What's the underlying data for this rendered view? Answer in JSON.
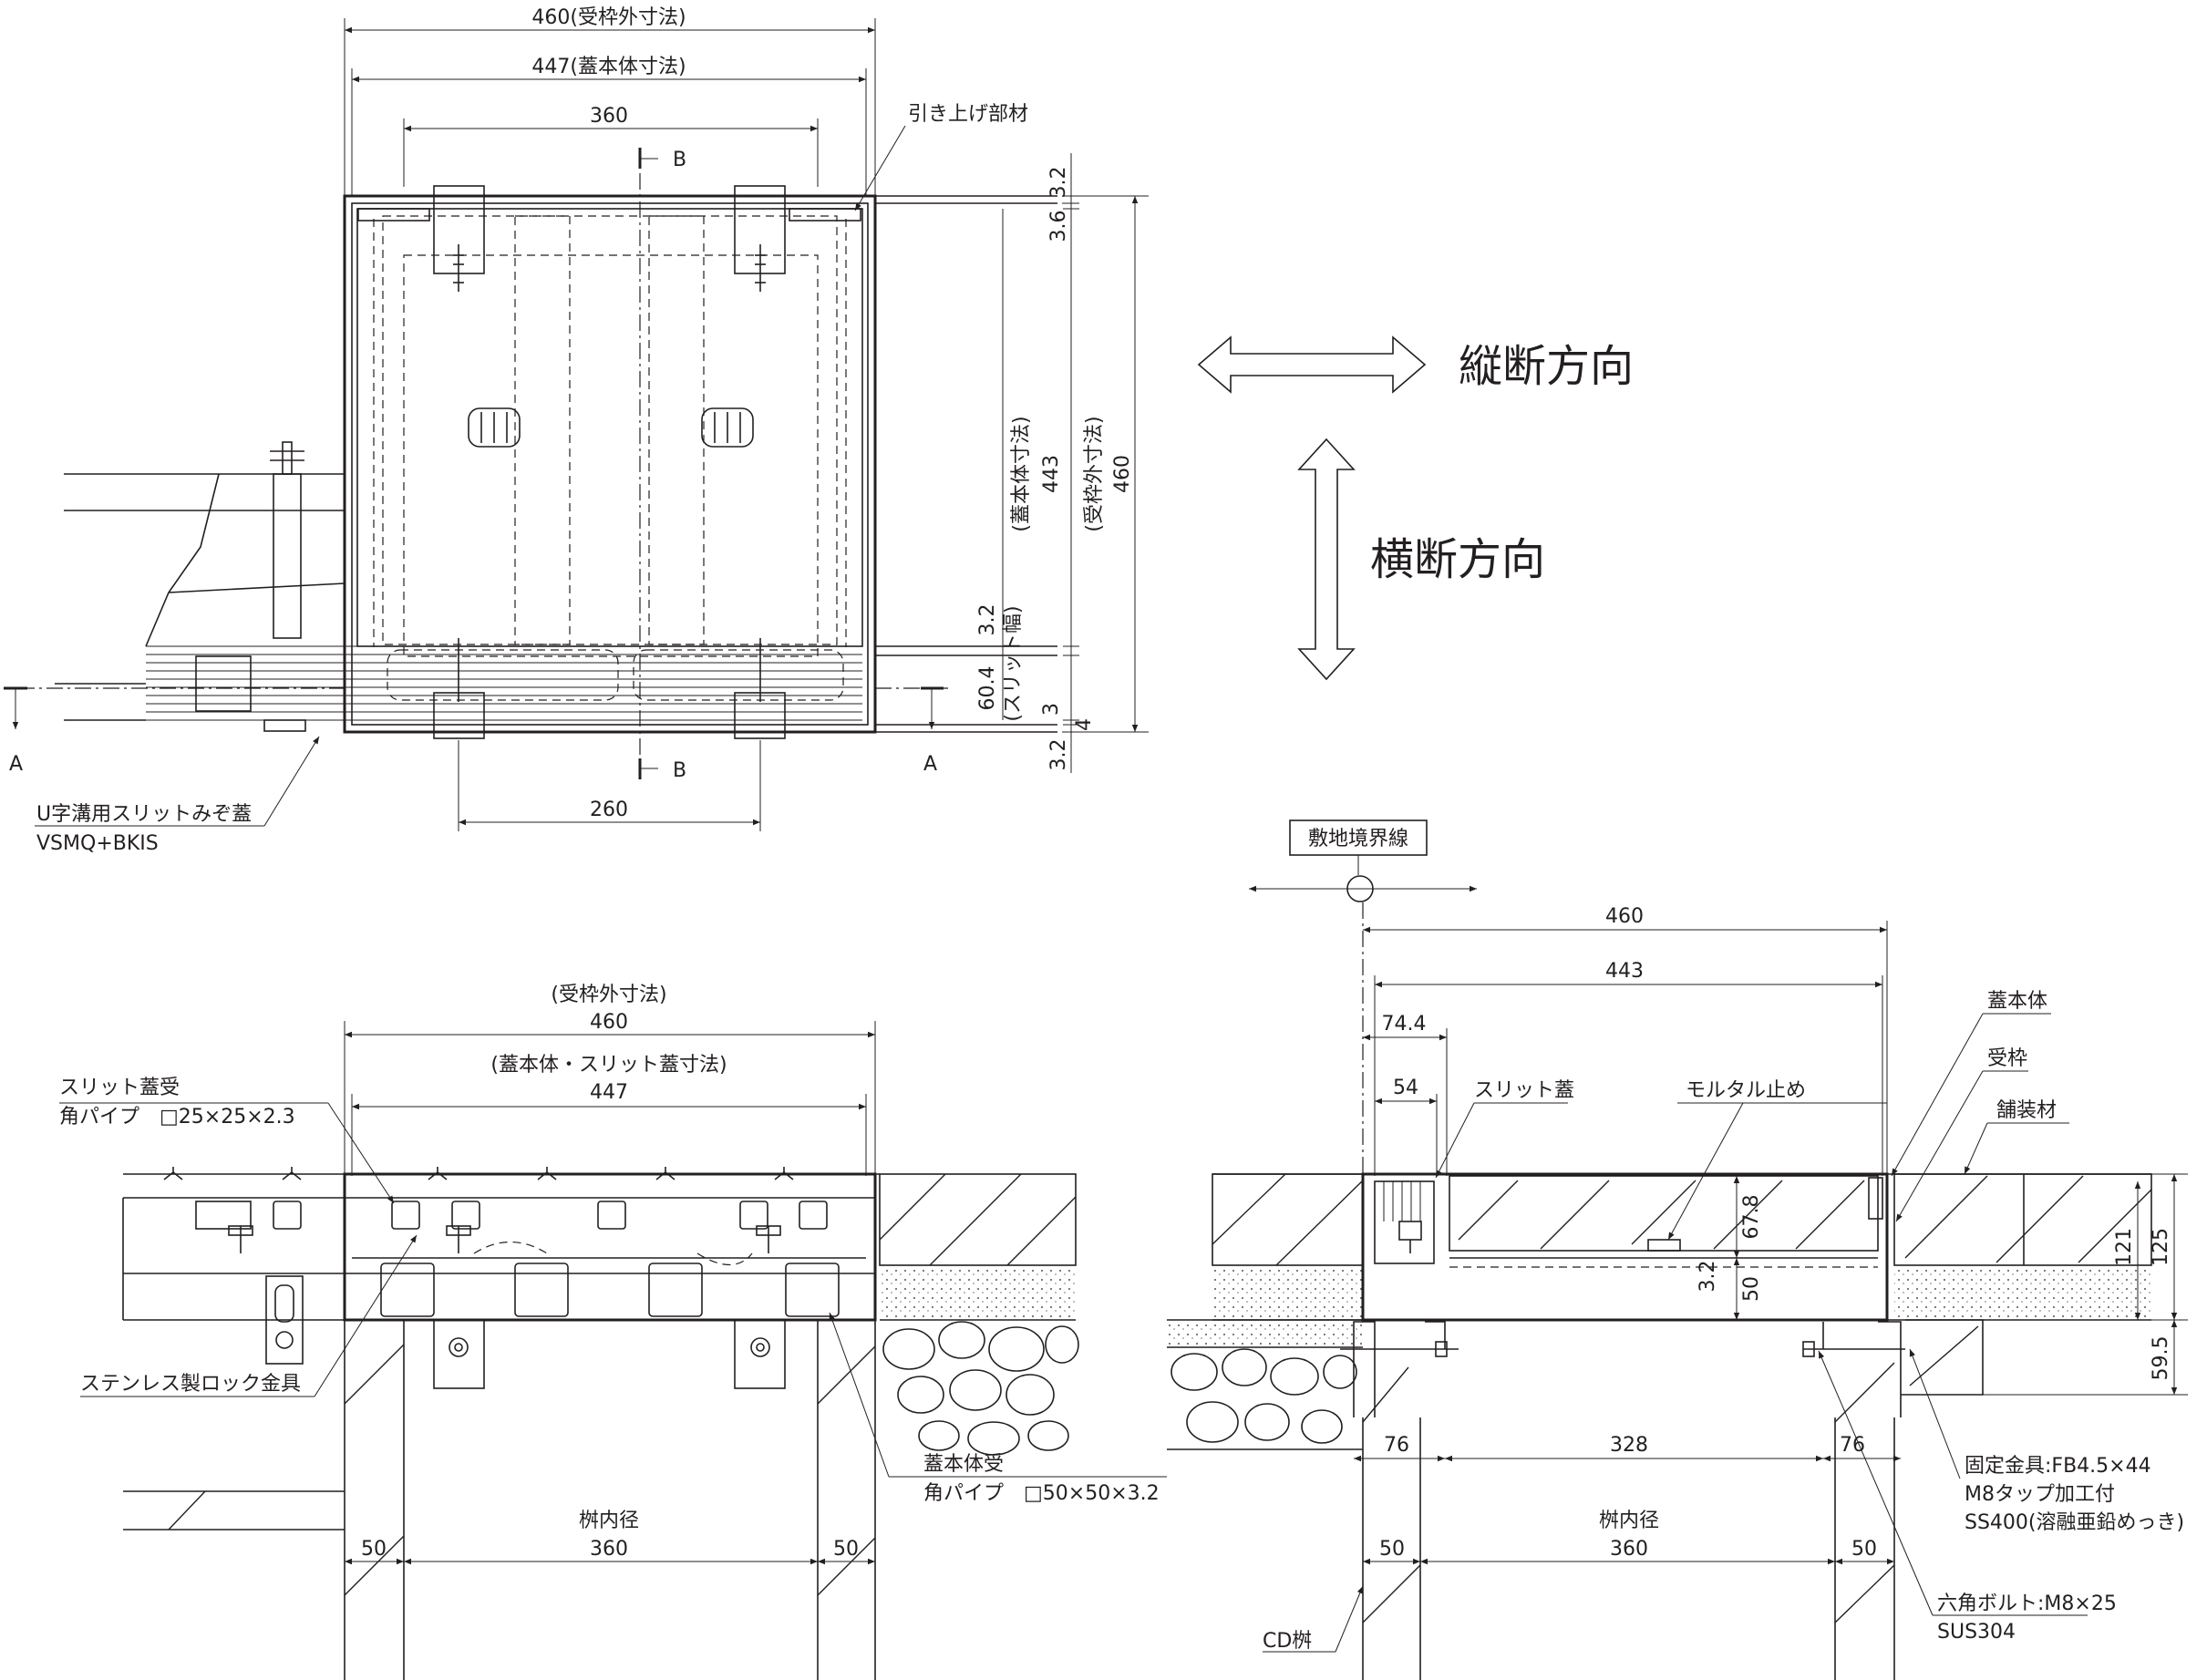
{
  "plan": {
    "dim_460": "460(受枠外寸法)",
    "dim_447": "447(蓋本体寸法)",
    "dim_360": "360",
    "dim_260": "260",
    "hook_label": "引き上げ部材",
    "section_b_top": "B",
    "section_b_bottom": "B",
    "section_a_left": "A",
    "section_a_right": "A",
    "cover_label_1": "U字溝用スリットみぞ蓋",
    "cover_label_2": "VSMQ+BKIS",
    "dim_3_2_top": "3.2",
    "dim_3_6": "3.6",
    "dim_443": "443",
    "dim_443_note": "(蓋本体寸法)",
    "dim_460_v": "460",
    "dim_460_v_note": "(受枠外寸法)",
    "dim_3_2_mid": "3.2",
    "dim_slit_note": "(スリット幅)",
    "dim_60_4": "60.4",
    "dim_3": "3",
    "dim_4": "4",
    "dim_3_2_bottom": "3.2"
  },
  "legend": {
    "longitudinal": "縦断方向",
    "transverse": "横断方向"
  },
  "section_left": {
    "dim_460_note": "(受枠外寸法)",
    "dim_460": "460",
    "dim_447_note": "(蓋本体・スリット蓋寸法)",
    "dim_447": "447",
    "slit_support_1": "スリット蓋受",
    "slit_support_2": "角パイプ　□25×25×2.3",
    "lock_label": "ステンレス製ロック金具",
    "body_support_1": "蓋本体受",
    "body_support_2": "角パイプ　□50×50×3.2",
    "pit_label": "桝内径",
    "dim_50_l": "50",
    "dim_360": "360",
    "dim_50_r": "50"
  },
  "section_right": {
    "boundary": "敷地境界線",
    "dim_460": "460",
    "dim_443": "443",
    "dim_74_4": "74.4",
    "dim_54": "54",
    "slit_cover": "スリット蓋",
    "mortar": "モルタル止め",
    "cover_body": "蓋本体",
    "frame": "受枠",
    "paving": "舗装材",
    "dim_67_8": "67.8",
    "dim_3_2": "3.2",
    "dim_50_v": "50",
    "dim_121": "121",
    "dim_125": "125",
    "dim_59_5": "59.5",
    "dim_76_l": "76",
    "dim_328": "328",
    "dim_76_r": "76",
    "fixing_1": "固定金具:FB4.5×44",
    "fixing_2": "M8タップ加工付",
    "fixing_3": "SS400(溶融亜鉛めっき)",
    "pit_label": "桝内径",
    "dim_50_l": "50",
    "dim_360": "360",
    "dim_50_r": "50",
    "bolt_1": "六角ボルト:M8×25",
    "bolt_2": "SUS304",
    "cd_pit": "CD桝"
  }
}
